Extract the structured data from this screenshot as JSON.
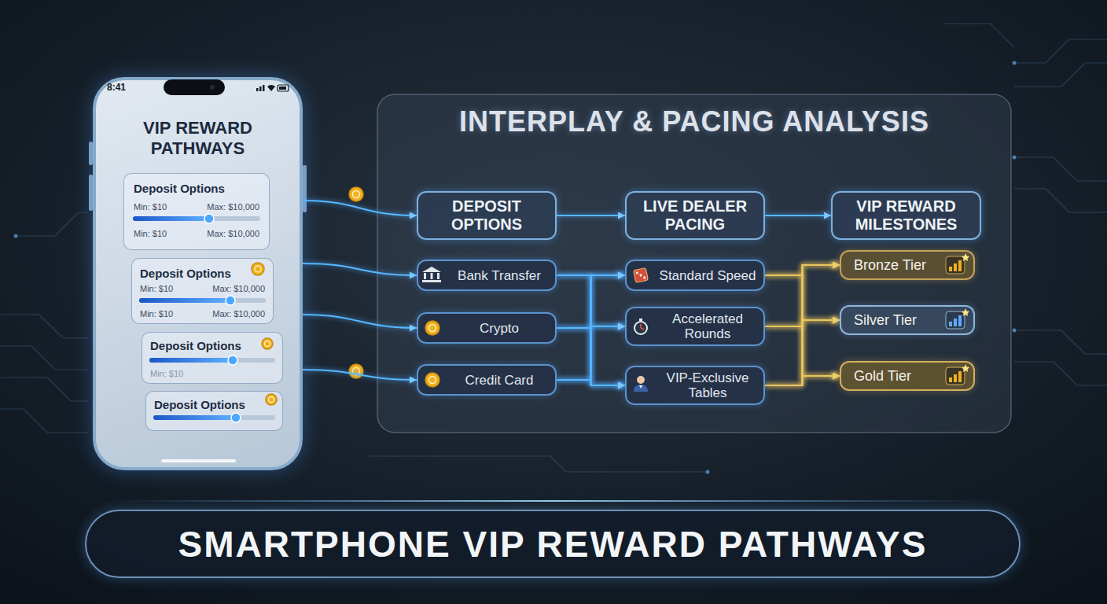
{
  "diagram": {
    "title": "INTERPLAY & PACING ANALYSIS",
    "caption": "SMARTPHONE VIP REWARD PATHWAYS",
    "nodes": [
      {
        "text": [
          "VIP REWARD PATHWAYS"
        ]
      },
      {
        "text": [
          "Deposit Options",
          "Min: $10",
          "Max: $10,000",
          "Min: $10",
          "Max: $10,000"
        ],
        "in": 0
      },
      {
        "text": [
          "Deposit Options",
          "Min: $10",
          "Max: $10,000",
          "Min: $10",
          "Max: $10,000"
        ],
        "in": 0
      },
      {
        "text": [
          "Deposit Options",
          "Min: $10"
        ],
        "in": 0
      },
      {
        "text": [
          "Deposit Options"
        ],
        "in": 0
      },
      {
        "text": [
          "DEPOSIT OPTIONS"
        ]
      },
      {
        "text": [
          "Bank Transfer"
        ]
      },
      {
        "text": [
          "Crypto"
        ]
      },
      {
        "text": [
          "Credit Card"
        ]
      },
      {
        "text": [
          "LIVE DEALER PACING"
        ]
      },
      {
        "text": [
          "Standard Speed"
        ]
      },
      {
        "text": [
          "Accelerated Rounds"
        ]
      },
      {
        "text": [
          "VIP-Exclusive Tables"
        ]
      },
      {
        "text": [
          "VIP REWARD MILESTONES"
        ]
      },
      {
        "text": [
          "Bronze Tier"
        ]
      },
      {
        "text": [
          "Silver Tier"
        ]
      },
      {
        "text": [
          "Gold Tier"
        ]
      }
    ],
    "edges": [
      {
        "from": 0,
        "to": 5,
        "arrow": "to"
      },
      {
        "from": 0,
        "to": 6,
        "arrow": "to"
      },
      {
        "from": 0,
        "to": 7,
        "arrow": "to"
      },
      {
        "from": 0,
        "to": 8,
        "arrow": "to"
      },
      {
        "from": 5,
        "to": 9,
        "arrow": "to"
      },
      {
        "from": 9,
        "to": 13,
        "arrow": "to"
      },
      {
        "from": 6,
        "to": 10,
        "arrow": "to"
      },
      {
        "from": 6,
        "to": 11,
        "arrow": "to"
      },
      {
        "from": 6,
        "to": 12,
        "arrow": "to"
      },
      {
        "from": 7,
        "to": 10,
        "arrow": "to"
      },
      {
        "from": 7,
        "to": 11,
        "arrow": "to"
      },
      {
        "from": 7,
        "to": 12,
        "arrow": "to"
      },
      {
        "from": 8,
        "to": 10,
        "arrow": "to"
      },
      {
        "from": 8,
        "to": 11,
        "arrow": "to"
      },
      {
        "from": 8,
        "to": 12,
        "arrow": "to"
      },
      {
        "from": 10,
        "to": 14,
        "arrow": "to"
      },
      {
        "from": 10,
        "to": 15,
        "arrow": "to"
      },
      {
        "from": 10,
        "to": 16,
        "arrow": "to"
      },
      {
        "from": 11,
        "to": 14,
        "arrow": "to"
      },
      {
        "from": 11,
        "to": 15,
        "arrow": "to"
      },
      {
        "from": 11,
        "to": 16,
        "arrow": "to"
      },
      {
        "from": 12,
        "to": 14,
        "arrow": "to"
      },
      {
        "from": 12,
        "to": 15,
        "arrow": "to"
      },
      {
        "from": 12,
        "to": 16,
        "arrow": "to"
      }
    ],
    "labels": [
      "8:41"
    ]
  }
}
